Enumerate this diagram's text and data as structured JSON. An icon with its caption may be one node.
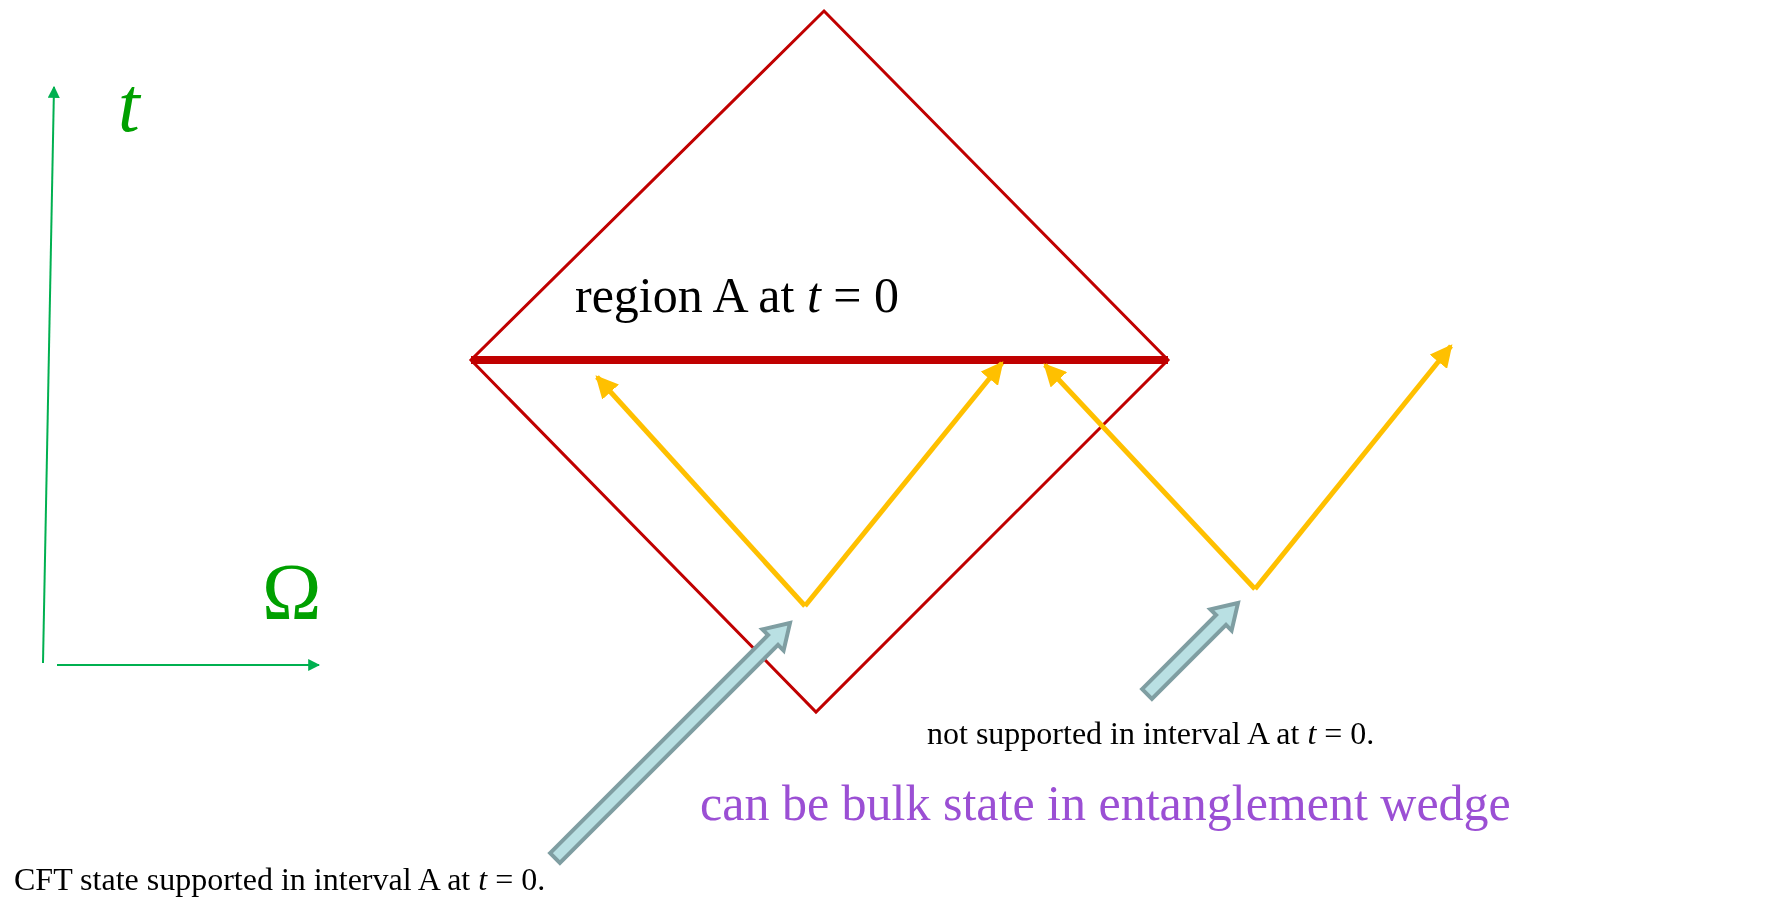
{
  "diagram": {
    "nodes": [
      {
        "text": [
          "CFT state supported in interval A at *t* = 0."
        ]
      },
      {
        "text": [
          "not supported in interval A at *t* = 0."
        ]
      }
    ],
    "edges": [
      {
        "from": 0,
        "to": null,
        "arrow": "to"
      },
      {
        "from": 1,
        "to": null,
        "arrow": "to"
      }
    ],
    "labels": [
      "t",
      "Ω",
      "region A at *t* = 0",
      "can be bulk state in entanglement wedge"
    ]
  }
}
